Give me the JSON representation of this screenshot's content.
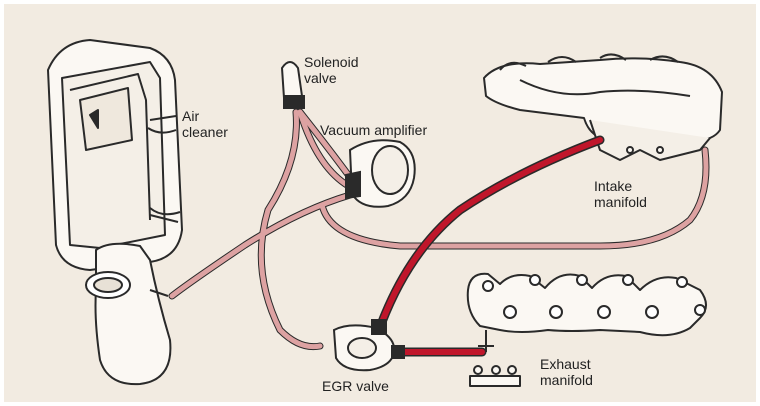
{
  "labels": {
    "solenoid_valve": "Solenoid\nvalve",
    "air_cleaner": "Air\ncleaner",
    "vacuum_amplifier": "Vacuum amplifier",
    "intake_manifold": "Intake\nmanifold",
    "exhaust_manifold": "Exhaust\nmanifold",
    "egr_valve": "EGR valve"
  },
  "colors": {
    "background": "#f2ebe1",
    "hose_pink": "#d9a0a0",
    "hose_red": "#c0162b",
    "outline": "#2a2a2a"
  }
}
